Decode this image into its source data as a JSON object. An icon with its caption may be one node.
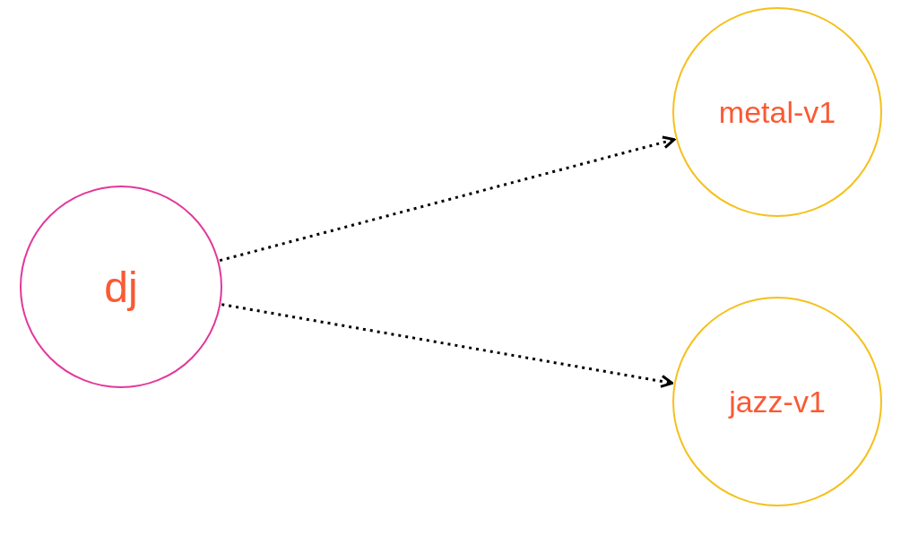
{
  "diagram": {
    "nodes": [
      {
        "text": [
          "dj"
        ]
      },
      {
        "text": [
          "metal-v1"
        ]
      },
      {
        "text": [
          "jazz-v1"
        ]
      }
    ],
    "edges": [
      {
        "from": 0,
        "to": 1,
        "arrow": "to",
        "style": "dashed"
      },
      {
        "from": 0,
        "to": 2,
        "arrow": "to",
        "style": "dashed"
      }
    ]
  }
}
